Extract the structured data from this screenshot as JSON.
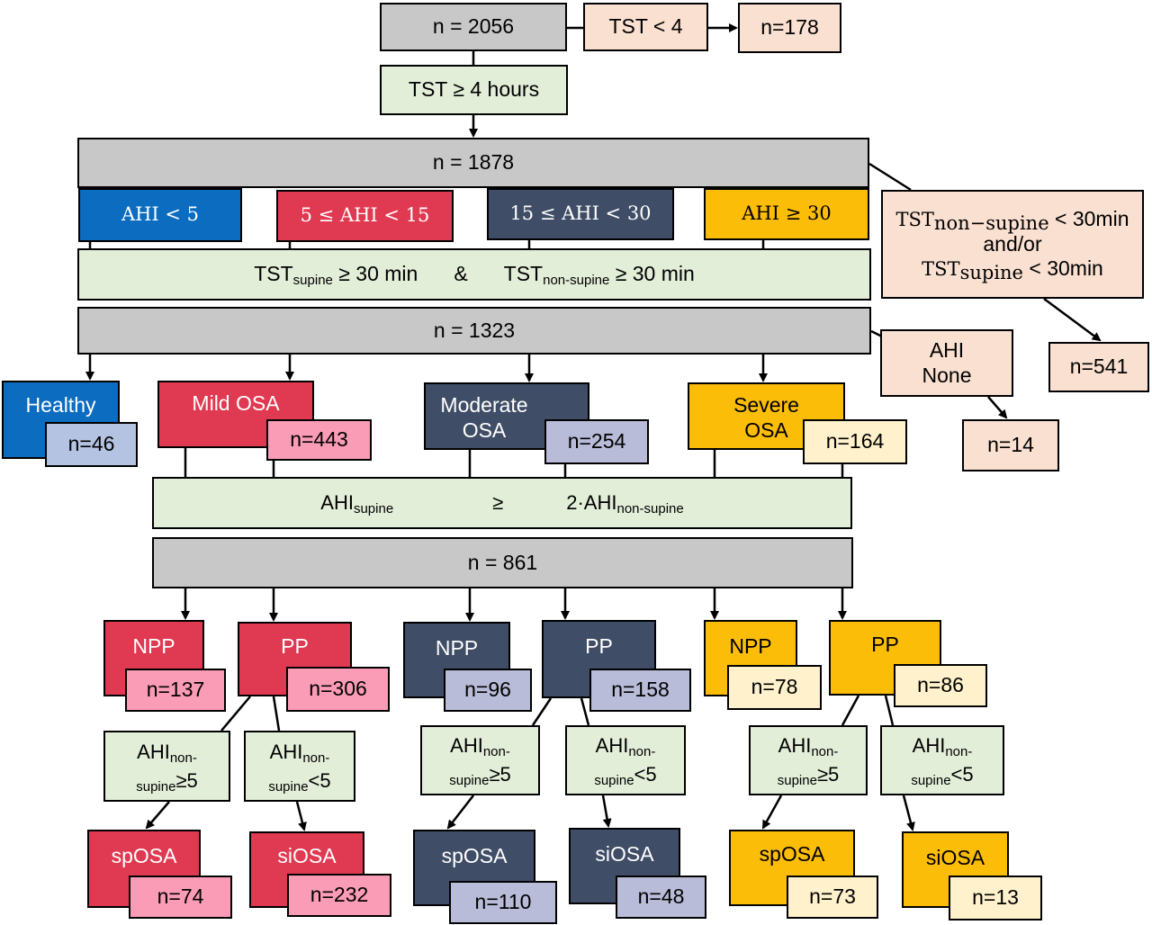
{
  "top": {
    "total": "n = 2056",
    "tst_lt4": "TST < 4",
    "excluded_tst": "n=178",
    "tst_ge4": "TST ≥ 4 hours"
  },
  "stage1": {
    "total": "n = 1878",
    "severity": [
      "AHI < 5",
      "5 ≤ AHI < 15",
      "15 ≤ AHI < 30",
      "AHI ≥ 30"
    ],
    "criterion": {
      "supine_prefix": "TST",
      "supine_sub": "supine",
      "supine_suffix": " ≥ 30 min",
      "and": "&",
      "nonsupine_prefix": "TST",
      "nonsupine_sub": "non-supine",
      "nonsupine_suffix": " ≥ 30 min"
    },
    "exclusion": {
      "line1_prefix": "TST",
      "line1_sub": "non−supine",
      "line1_suffix": " < 30min",
      "line2": "and/or",
      "line3_prefix": "TST",
      "line3_sub": "supine",
      "line3_suffix": " < 30min",
      "count": "n=541"
    }
  },
  "stage2": {
    "total": "n = 1323",
    "ahi_none": "AHI\nNone",
    "ahi_none_count": "n=14",
    "groups": [
      {
        "label": "Healthy",
        "count": "n=46"
      },
      {
        "label": "Mild OSA",
        "count": "n=443"
      },
      {
        "label": "Moderate\nOSA",
        "count": "n=254"
      },
      {
        "label": "Severe\nOSA",
        "count": "n=164"
      }
    ]
  },
  "criterion2": {
    "left_prefix": "AHI",
    "left_sub": "supine",
    "op": "≥",
    "right_prefix": "2·AHI",
    "right_sub": "non-supine"
  },
  "stage3": {
    "total": "n = 861",
    "mild": {
      "npp": "NPP",
      "npp_count": "n=137",
      "pp": "PP",
      "pp_count": "n=306"
    },
    "moderate": {
      "npp": "NPP",
      "npp_count": "n=96",
      "pp": "PP",
      "pp_count": "n=158"
    },
    "severe": {
      "npp": "NPP",
      "npp_count": "n=78",
      "pp": "PP",
      "pp_count": "n=86"
    }
  },
  "split": {
    "ge_prefix": "AHI",
    "ge_sub1": "non-",
    "ge_sub2": "supine",
    "ge_suffix": "≥5",
    "lt_prefix": "AHI",
    "lt_sub1": "non-",
    "lt_sub2": "supine",
    "lt_suffix": "<5"
  },
  "final": {
    "mild": {
      "sp": "spOSA",
      "sp_count": "n=74",
      "si": "siOSA",
      "si_count": "n=232"
    },
    "moderate": {
      "sp": "spOSA",
      "sp_count": "n=110",
      "si": "siOSA",
      "si_count": "n=48"
    },
    "severe": {
      "sp": "spOSA",
      "sp_count": "n=73",
      "si": "siOSA",
      "si_count": "n=13"
    }
  }
}
